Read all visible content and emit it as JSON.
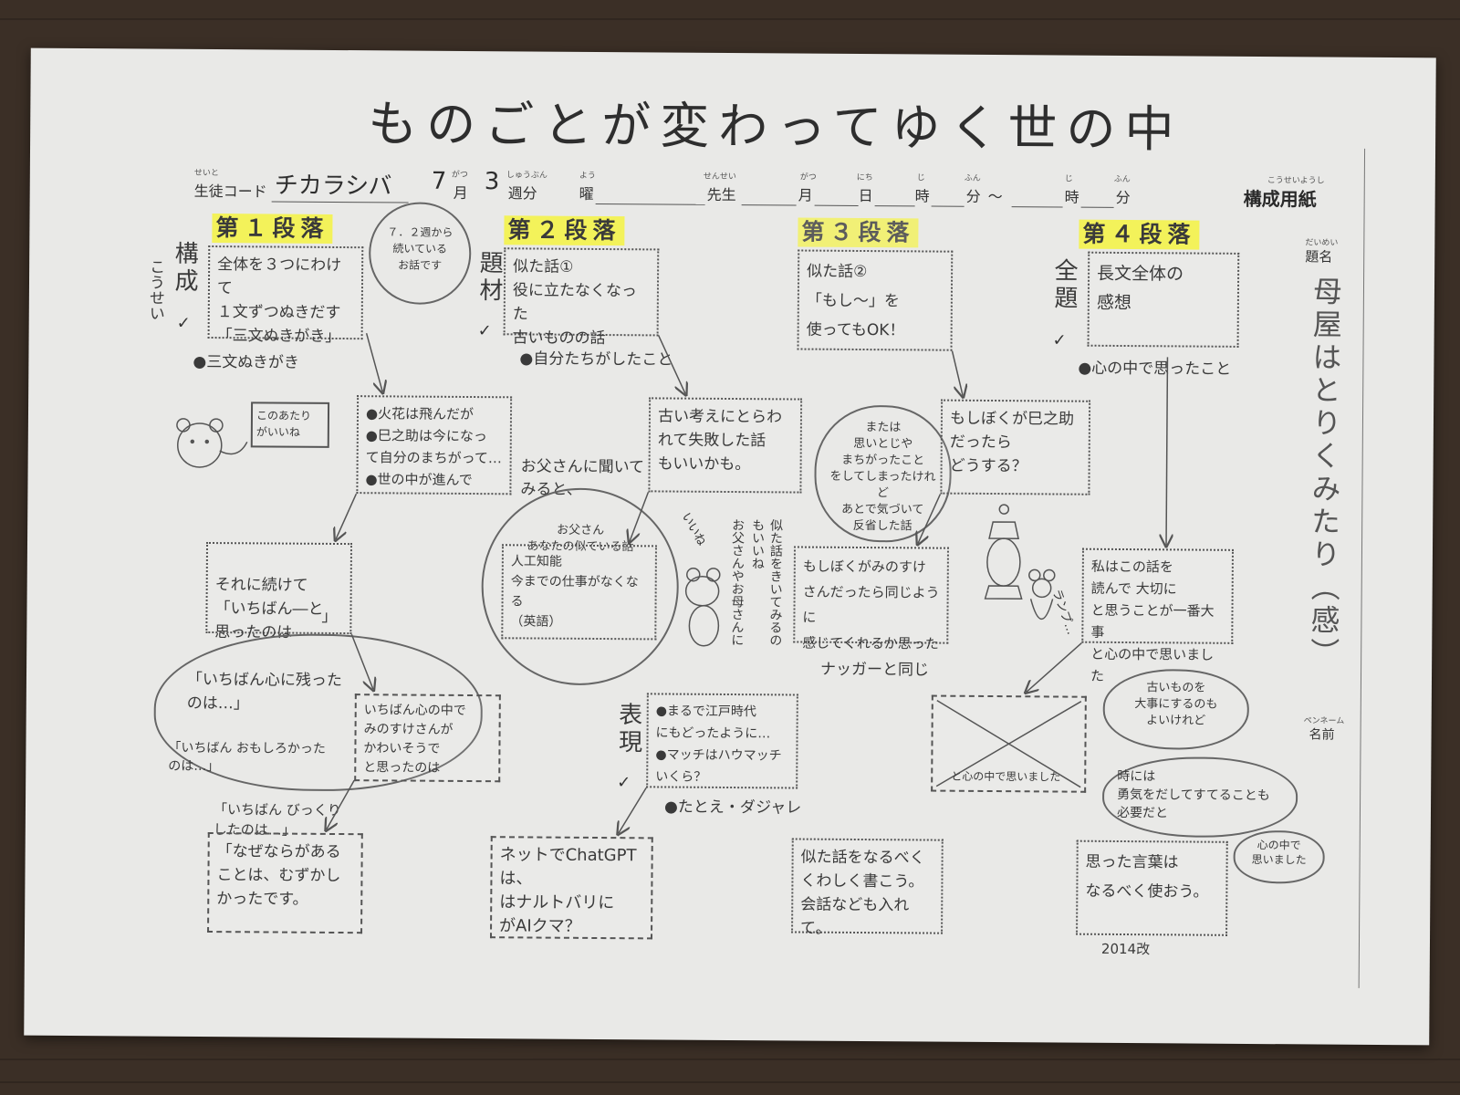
{
  "title": "ものごとが変わってゆく世の中",
  "header": {
    "seito_ruby": "せいと",
    "seito_code_label": "生徒コード",
    "seito_code_value": "チカラシバ",
    "month_value": "7",
    "month_ruby": "がつ",
    "month_label": "月",
    "week_value": "3",
    "week_ruby": "しゅうぶん",
    "week_label": "週分",
    "youbi_ruby": "よう",
    "youbi_label": "曜",
    "sensei_ruby": "せんせい",
    "sensei_label": "先生",
    "gatsu_ruby": "がつ",
    "gatsu_label": "月",
    "nichi_ruby": "にち",
    "nichi_label": "日",
    "ji_ruby": "じ",
    "ji_label": "時",
    "fun_ruby": "ふん",
    "fun_label": "分",
    "tilde": "～",
    "ji2_ruby": "じ",
    "ji2_label": "時",
    "fun2_ruby": "ふん",
    "fun2_label": "分",
    "kosei_ruby": "こうせいようし",
    "kosei_label": "構成用紙"
  },
  "danraku": {
    "d1": "第１段落",
    "d2": "第２段落",
    "d3": "第３段落",
    "d4": "第４段落"
  },
  "side_labels": {
    "kousei": "構成",
    "kousei_furigana": "こうせい",
    "kousei_check": "✓",
    "daizai": "題材",
    "daizai_check": "✓",
    "zendai": "全題",
    "zendai_check": "✓",
    "hyougen": "表現",
    "hyougen_check": "✓"
  },
  "daimei": {
    "ruby": "だいめい",
    "label": "題名",
    "value": "母屋はとりくみたり（感）"
  },
  "penname": {
    "ruby": "ペンネーム",
    "label": "名前"
  },
  "boxes": {
    "c1_top": "全体を３つにわけて\n１文ずつぬきだす\n「三文ぬきがき」",
    "c1_bullet": "●三文ぬきがき",
    "c1_mid": "●火花は飛んだが\n●巳之助は今になっ\nて自分のまちがって…\n●世の中が進んで",
    "c1_low": "それに続けて\n「いちばん―と\n思ったのは",
    "c1_low_end": "」",
    "c1_cloud": "「いちばん心に残った\nのは…」",
    "c1_cloud2": "「いちばん おもしろかった\nのは…」",
    "c1_cloud3": "「いちばん びっくり\nしたのは…」",
    "c1_wavy": "いちばん心の中で\nみのすけさんが\nかわいそうで\nと思ったのは",
    "c1_bottom": "「なぜならがある\nことは、むずかし\nかったです。",
    "c2_top": "似た話①\n役に立たなくなった\n古いものの話",
    "c2_bullet": "●自分たちがしたこと",
    "c2_mid": "古い考えにとらわ\nれて失敗した話\nもいいかも。",
    "c2_note": "お父さんに聞いて\nみると、",
    "c2_circle_head": "お父さん\nあなたの似ている話",
    "c2_inner": "人工知能\n今までの仕事がなくなる\n（英語）",
    "c2_vertical": "似た話をきいてみるのもいいね",
    "c2_vertical2": "お父さんやお母さんに",
    "c2_hyougen": "●まるで江戸時代\nにもどったように…\n●マッチはハウマッチ\nいくら？",
    "c2_hyougen_bullet": "●たとえ・ダジャレ",
    "c2_bottom": "ネットでChatGPTは、\nはナルトバリに\nがAIクマ？",
    "c3_top": "似た話②\n「もし～」を\n使ってもOK！",
    "c3_cloud": "または\n思いとじや\nまちがったこと\nをしてしまったけれど\nあとで気づいて\n反省した話",
    "c3_mid": "もしぼくが巳之助だったら\nどうする？",
    "c3_low": "もしぼくがみのすけ\nさんだったら同じように\n感じてくれるか思った",
    "c3_note": "ナッガーと同じ",
    "c3_bottom": "似た話をなるべく\nくわしく書こう。\n会話なども入れて。",
    "c4_top": "長文全体の\n感想",
    "c4_bullet": "●心の中で思ったこと",
    "c4_mid": "私はこの話を\n読んで 大切に\nと思うことが一番大事\nと心の中で思いました",
    "c4_cloud1": "古いものを\n大事にするのも\nよいけれど",
    "c4_cloud2": "時には\n勇気をだしてすてることも\n必要だと",
    "c4_cloud3": "心の中で\n思いました",
    "c4_cross_caption": "と心の中で思いました",
    "c4_bottom": "思った言葉は\nなるべく使おう。",
    "c4_year": "2014改"
  },
  "bubbles": {
    "weeks": "７．２週から\n続いている\nお話です",
    "bear": "このあたり\nがいいね",
    "frog": "いいね",
    "ramp": "ランプ…"
  }
}
